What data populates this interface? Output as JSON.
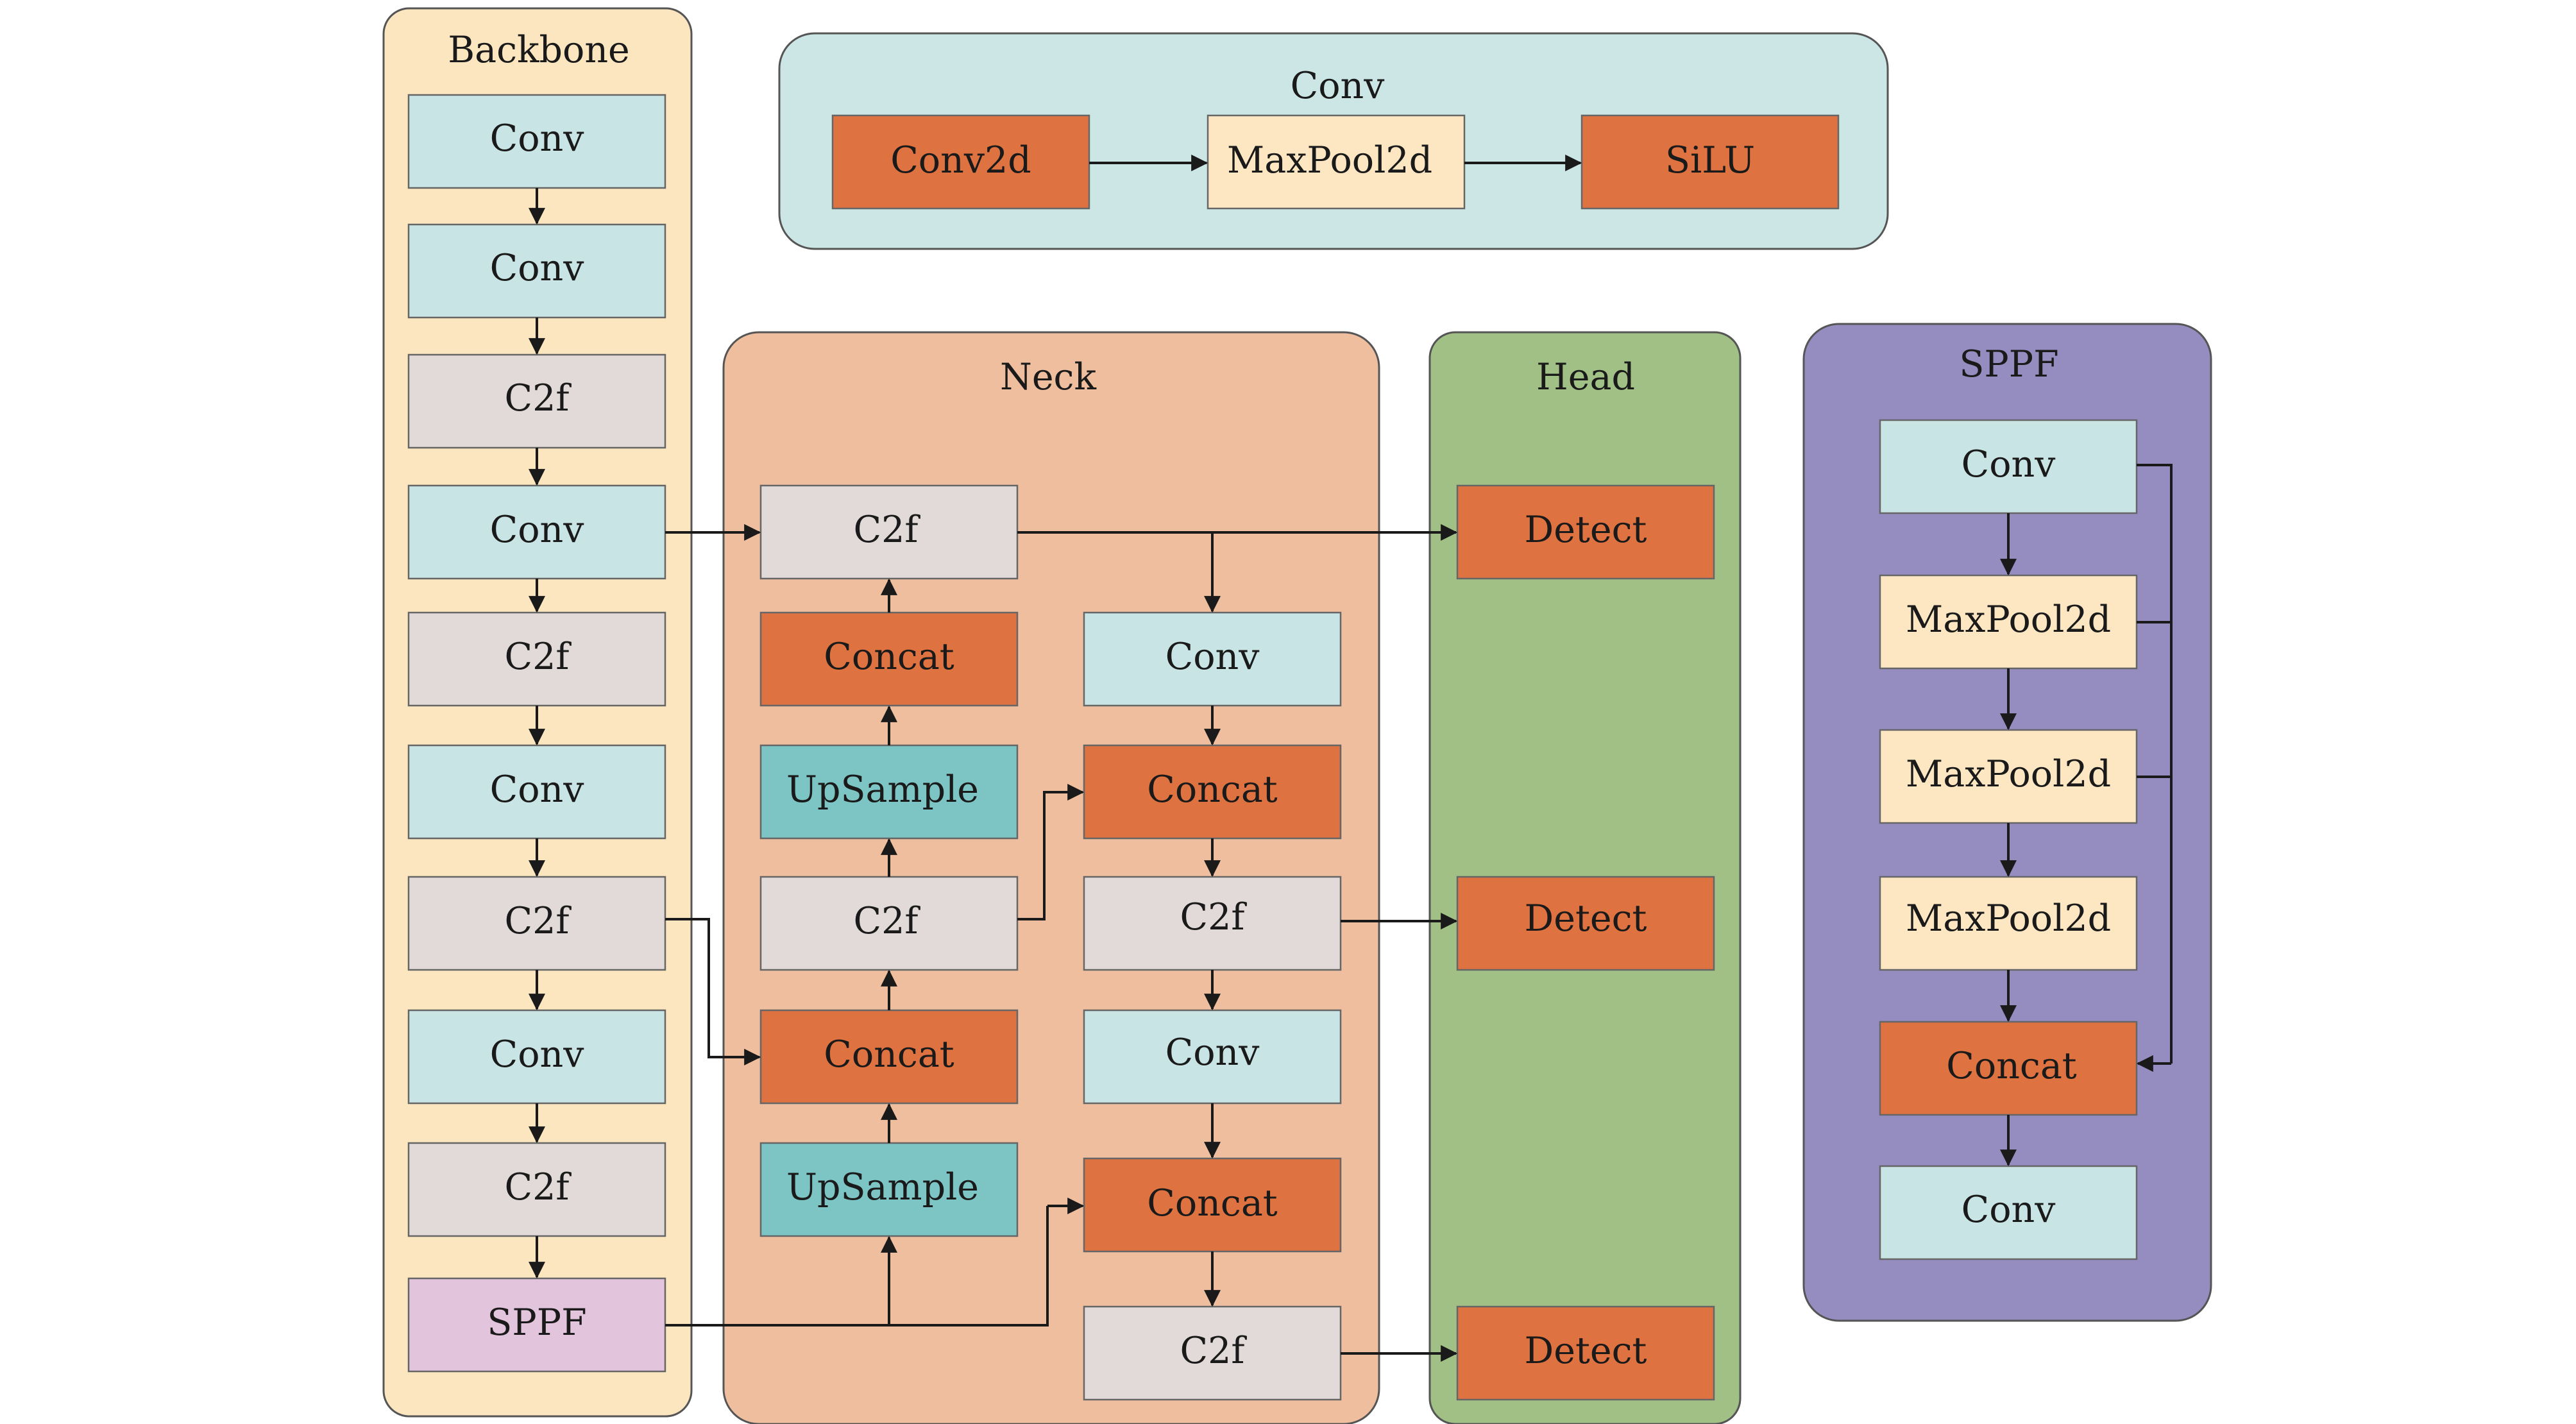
{
  "colors": {
    "backbone_panel": "#FCE6C0",
    "conv_panel": "#CCE6E6",
    "neck_panel": "#EFBE9E",
    "head_panel": "#A0C086",
    "sppf_panel": "#958CC0",
    "conv_box": "#C8E4E4",
    "c2f_box": "#E2DAD9",
    "orange_box": "#DE7240",
    "upsample_box": "#7DC4C4",
    "sppf_box": "#E3C4DD",
    "maxpool_box": "#FDE7C2",
    "arrow": "#1a1a1a"
  },
  "panels": {
    "backbone": "Backbone",
    "conv": "Conv",
    "neck": "Neck",
    "head": "Head",
    "sppf": "SPPF"
  },
  "backbone": [
    "Conv",
    "Conv",
    "C2f",
    "Conv",
    "C2f",
    "Conv",
    "C2f",
    "Conv",
    "C2f",
    "SPPF"
  ],
  "conv_module": [
    "Conv2d",
    "MaxPool2d",
    "SiLU"
  ],
  "neck": {
    "left": [
      "C2f",
      "Concat",
      "UpSample",
      "C2f",
      "Concat",
      "UpSample"
    ],
    "right": [
      "Conv",
      "Concat",
      "C2f",
      "Conv",
      "Concat",
      "C2f"
    ]
  },
  "head": [
    "Detect",
    "Detect",
    "Detect"
  ],
  "sppf_module": [
    "Conv",
    "MaxPool2d",
    "MaxPool2d",
    "MaxPool2d",
    "Concat",
    "Conv"
  ]
}
